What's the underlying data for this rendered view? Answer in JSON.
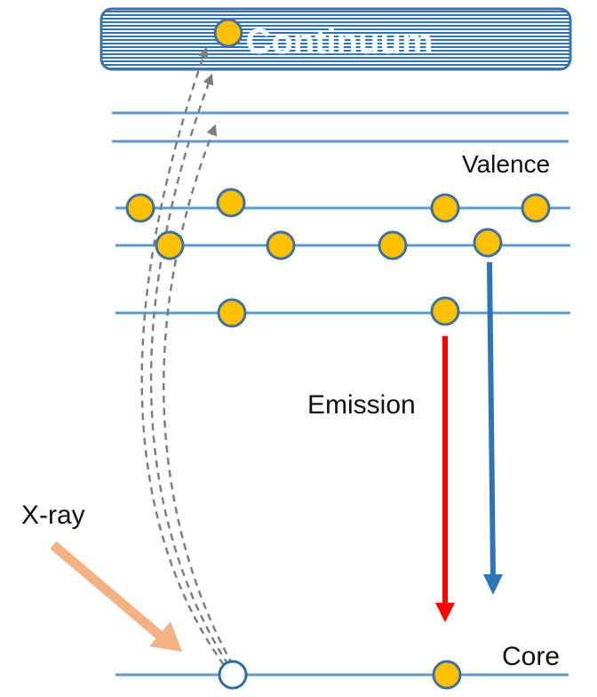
{
  "labels": {
    "continuum": "Continuum",
    "valence": "Valence",
    "emission": "Emission",
    "xray": "X-ray",
    "core": "Core"
  },
  "colors": {
    "line": "#5b9bd5",
    "electron_fill": "#ffc000",
    "electron_stroke": "#41719c",
    "hole_stroke": "#2e6ca8",
    "red_arrow": "#ff0000",
    "blue_arrow": "#2e75b6",
    "xray_arrow": "#f4b183",
    "dashed": "#7f7f7f",
    "continuum_border": "#41719c",
    "continuum_stripe": "#2e75b6"
  }
}
